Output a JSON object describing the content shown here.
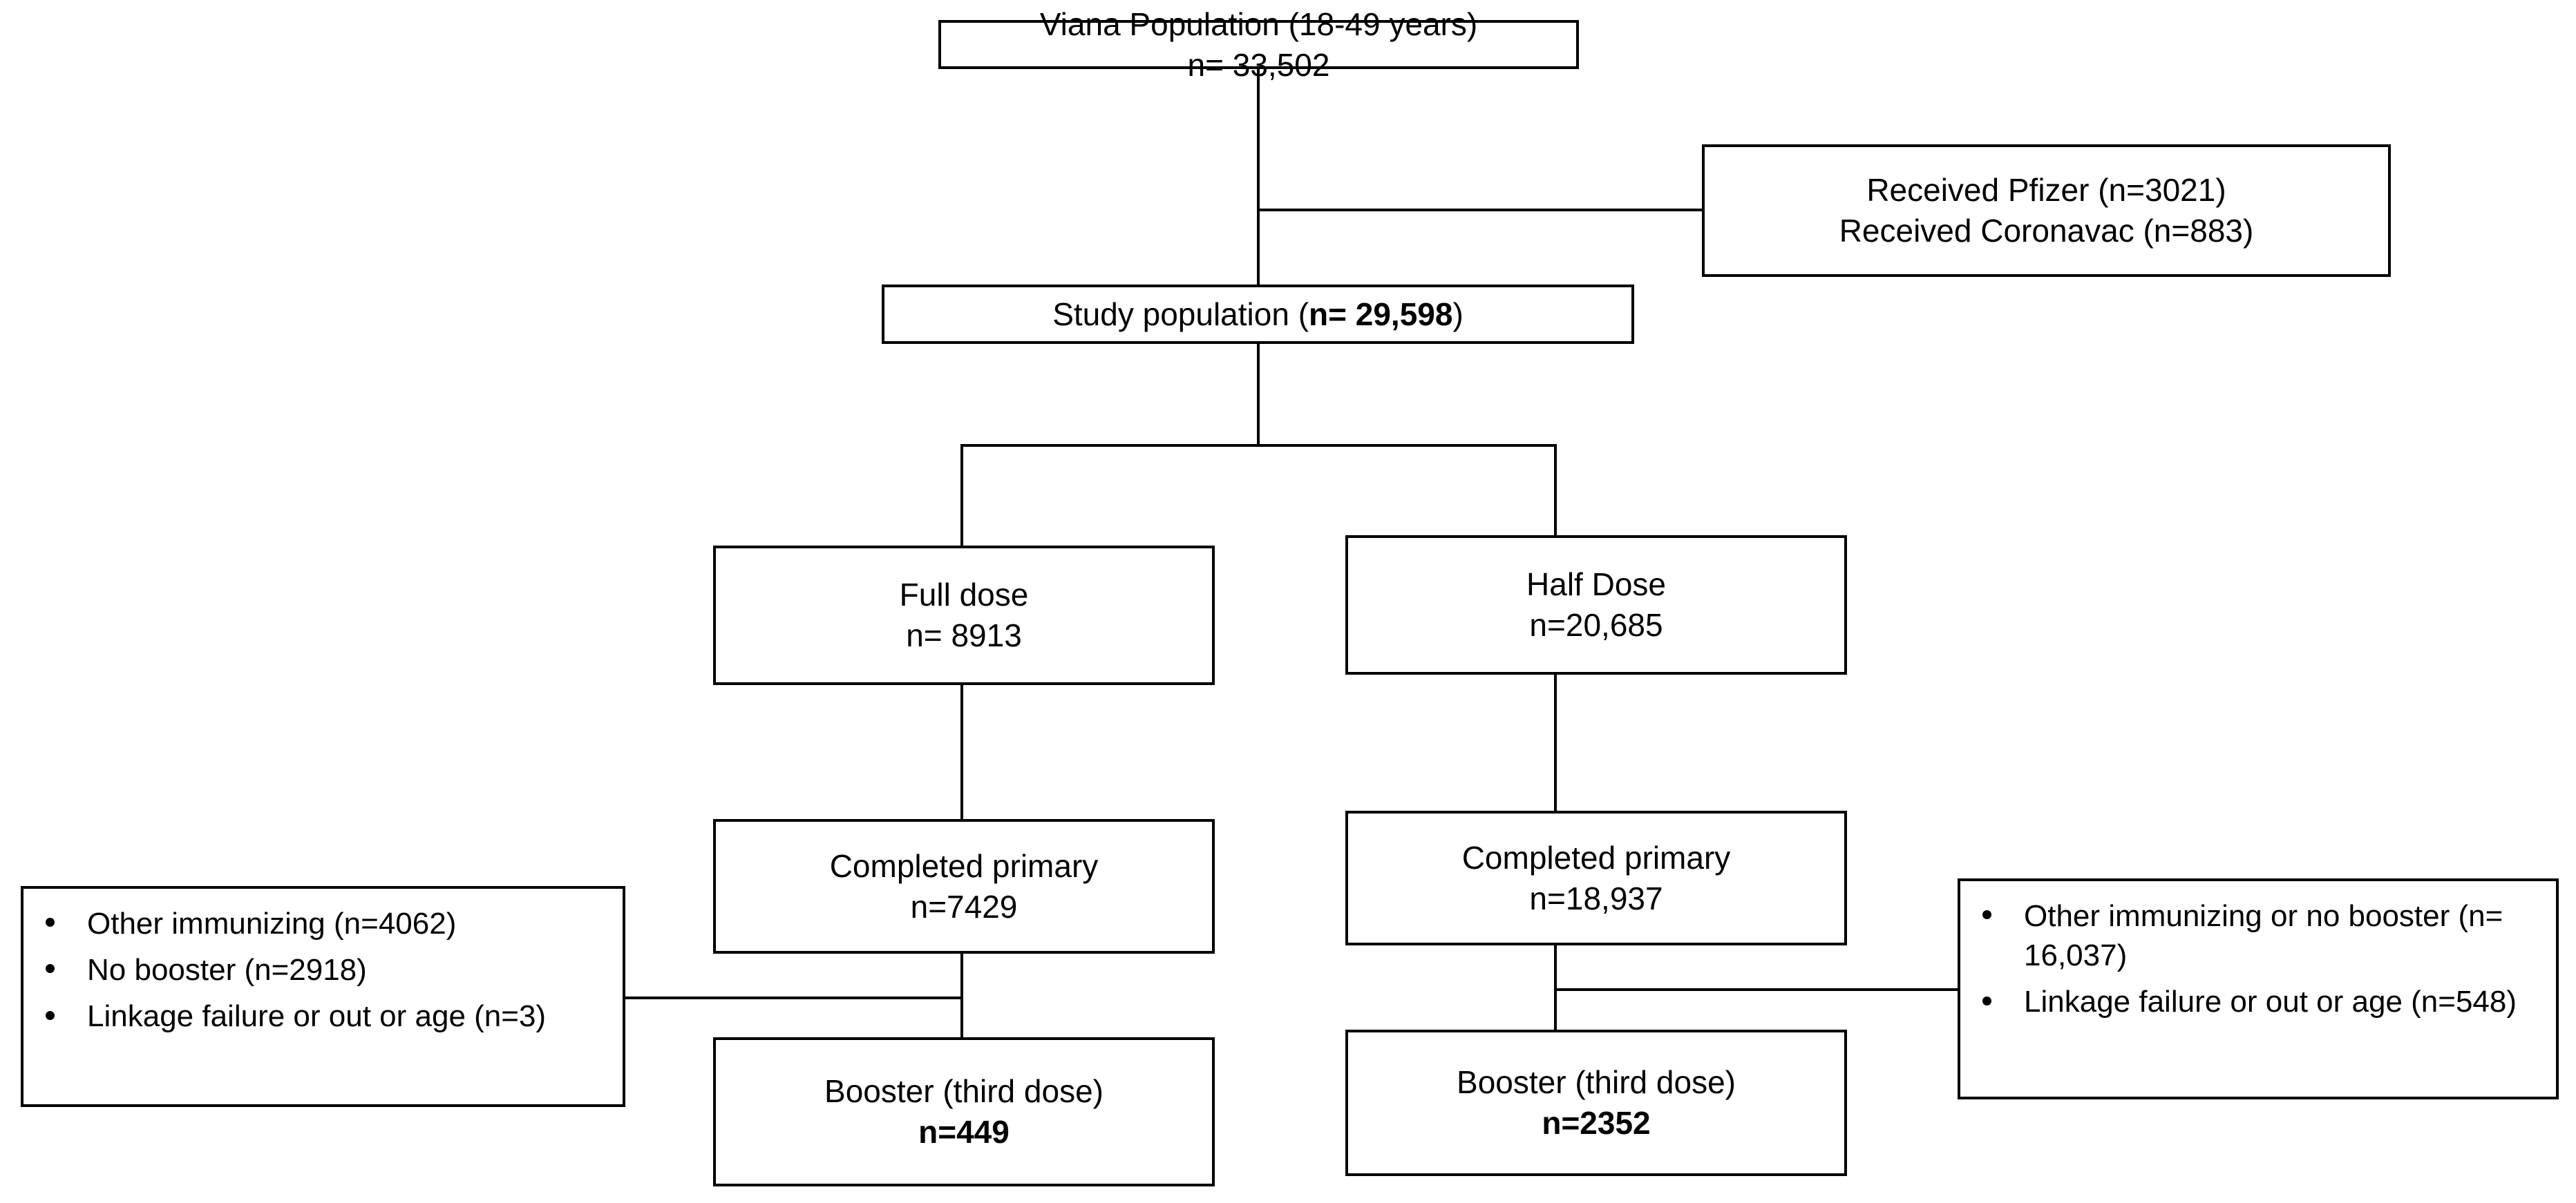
{
  "diagram": {
    "title": "Study population flow diagram",
    "stroke_color": "#000000",
    "background_color": "#ffffff",
    "nodes": {
      "viana_population": {
        "line1": "Viana Population (18-49 years)",
        "line2": "n= 33,502"
      },
      "excluded_vaccines": {
        "line1": "Received Pfizer (n=3021)",
        "line2": "Received Coronavac (n=883)"
      },
      "study_population": {
        "prefix": "Study population (",
        "count": "n= 29,598",
        "suffix": ")"
      },
      "full_dose": {
        "line1": "Full dose",
        "line2": "n= 8913"
      },
      "half_dose": {
        "line1": "Half Dose",
        "line2": "n=20,685"
      },
      "completed_primary_full": {
        "line1": "Completed primary",
        "line2": "n=7429"
      },
      "completed_primary_half": {
        "line1": "Completed primary",
        "line2": "n=18,937"
      },
      "booster_full": {
        "line1": "Booster (third dose)",
        "line2": "n=449"
      },
      "booster_half": {
        "line1": "Booster (third dose)",
        "line2": "n=2352"
      },
      "excluded_full_dose": {
        "bullet1": "Other immunizing (n=4062)",
        "bullet2": "No booster (n=2918)",
        "bullet3": "Linkage failure or out or age (n=3)"
      },
      "excluded_half_dose": {
        "bullet1": "Other immunizing or no booster (n= 16,037)",
        "bullet2": "Linkage failure or out or age (n=548)"
      }
    },
    "chart_data": {
      "type": "table",
      "title": "Viana study population flow",
      "flow": [
        {
          "step": "Viana Population (18-49 years)",
          "n": 33502
        },
        {
          "step": "Received Pfizer (excluded)",
          "n": 3021
        },
        {
          "step": "Received Coronavac (excluded)",
          "n": 883
        },
        {
          "step": "Study population",
          "n": 29598
        },
        {
          "step": "Full dose",
          "n": 8913
        },
        {
          "step": "Half Dose",
          "n": 20685
        },
        {
          "step": "Full dose - Completed primary",
          "n": 7429
        },
        {
          "step": "Half Dose - Completed primary",
          "n": 18937
        },
        {
          "step": "Full dose - Other immunizing (excluded)",
          "n": 4062
        },
        {
          "step": "Full dose - No booster (excluded)",
          "n": 2918
        },
        {
          "step": "Full dose - Linkage failure or out or age (excluded)",
          "n": 3
        },
        {
          "step": "Half Dose - Other immunizing or no booster (excluded)",
          "n": 16037
        },
        {
          "step": "Half Dose - Linkage failure or out or age (excluded)",
          "n": 548
        },
        {
          "step": "Full dose - Booster (third dose)",
          "n": 449
        },
        {
          "step": "Half Dose - Booster (third dose)",
          "n": 2352
        }
      ]
    }
  }
}
